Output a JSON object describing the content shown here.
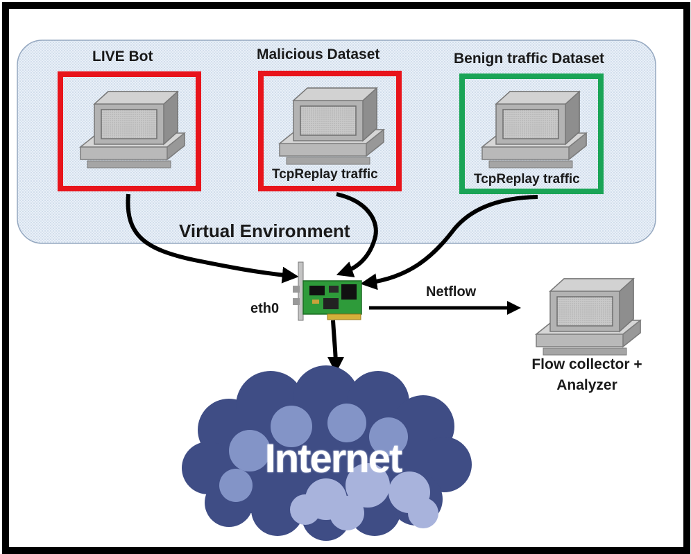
{
  "nodes": {
    "live_bot": {
      "label": "LIVE Bot",
      "border": "#e8141b"
    },
    "malicious": {
      "label": "Malicious Dataset",
      "sublabel": "TcpReplay traffic",
      "border": "#e8141b"
    },
    "benign": {
      "label": "Benign traffic Dataset",
      "sublabel": "TcpReplay traffic",
      "border": "#1aa456"
    },
    "virtual_env": {
      "label": "Virtual Environment"
    },
    "nic": {
      "label": "eth0"
    },
    "collector": {
      "label_line1": "Flow collector +",
      "label_line2": "Analyzer"
    },
    "internet": {
      "label": "Internet"
    }
  },
  "edges": {
    "netflow": {
      "label": "Netflow"
    }
  },
  "colors": {
    "red_box": "#e8141b",
    "green_box": "#1aa456",
    "cloud_dark": "#3f4d85",
    "cloud_light": "#a8b3dc",
    "panel_fill": "#e6eef7",
    "pcb_green": "#2e9b3a"
  }
}
